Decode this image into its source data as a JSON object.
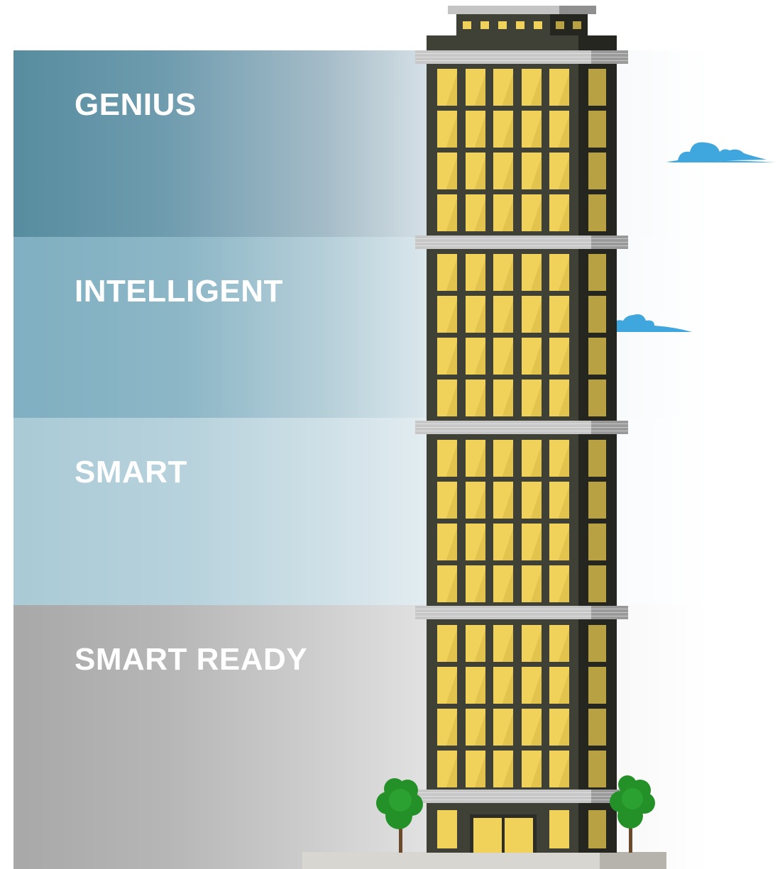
{
  "levels": [
    {
      "label": "GENIUS"
    },
    {
      "label": "INTELLIGENT"
    },
    {
      "label": "SMART"
    },
    {
      "label": "SMART READY"
    }
  ],
  "colors": {
    "genius": "#578c9f",
    "intelligent": "#7fafc1",
    "smart": "#a9cad6",
    "smart_ready": "#a8a8a8",
    "building_body": "#3f4036",
    "window": "#f0d25a",
    "window_shade": "#b8a143",
    "ledge": "#c7c7c7",
    "cloud": "#3fa6de",
    "tree": "#249128",
    "trunk": "#6b4a2b"
  },
  "icons": [
    "building-illustration",
    "cloud-icon",
    "tree-icon"
  ]
}
